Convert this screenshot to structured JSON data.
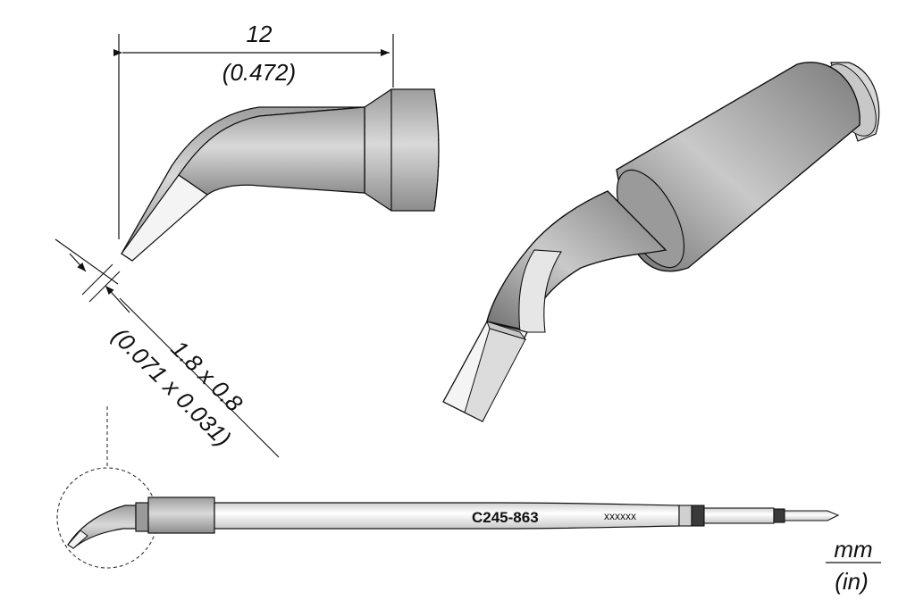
{
  "dimensions": {
    "length_mm": "12",
    "length_in": "(0.472)",
    "tip_mm": "1.8 x 0.8",
    "tip_in": "(0.071 x 0.031)"
  },
  "part": {
    "code": "C245-863",
    "serial": "xxxxxx"
  },
  "units": {
    "primary": "mm",
    "secondary": "(in)"
  },
  "colors": {
    "body_dark": "#8a8a8a",
    "body_mid": "#a9a9a9",
    "body_light": "#d7d7d7",
    "tip_light": "#f2f2f2",
    "outline": "#1a1a1a"
  }
}
